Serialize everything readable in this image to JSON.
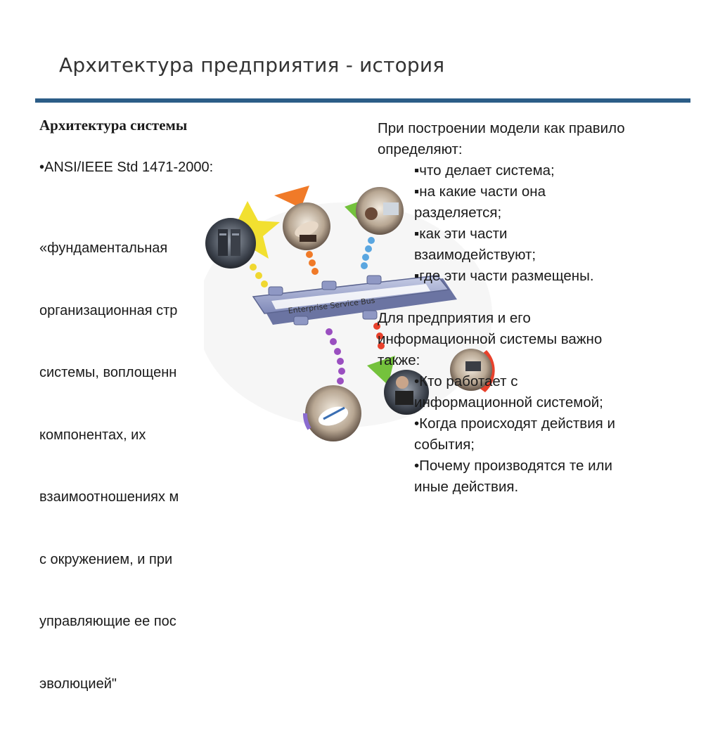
{
  "slide": {
    "title": "Архитектура предприятия - история"
  },
  "left": {
    "heading": "Архитектура системы",
    "standard": "•ANSI/IEEE Std 1471-2000:",
    "quote_lines": [
      "«фундаментальная",
      "организационная стр",
      "системы, воплощенн",
      "компонентах, их",
      "взаимоотношениях м",
      "с окружением, и при",
      "управляющие ее пос",
      "эволюцией\""
    ]
  },
  "diagram": {
    "bus_label": "Enterprise Service Bus",
    "colors": {
      "bus": "#9aa3c9",
      "star": "#f2e030",
      "orange": "#f07a28",
      "green": "#74c23c",
      "red": "#e8412c",
      "dots_yellow": "#f0d830",
      "dots_purple": "#9a4fc0",
      "dots_blue": "#5aa6e0"
    }
  },
  "right": {
    "intro_1": "При построении модели как правило",
    "intro_2": "определяют:",
    "items_1": [
      "▪что делает система;",
      "▪на какие части она",
      "разделяется;",
      "▪как эти части",
      "взаимодействуют;",
      "▪где эти части размещены."
    ],
    "intro2_1": "Для предприятия и его",
    "intro2_2": "информационной системы важно",
    "intro2_3": "также:",
    "items_2": [
      "•Кто работает с",
      "информационной системой;",
      "•Когда происходят действия и",
      "события;",
      "•Почему производятся те или",
      "иные действия."
    ]
  }
}
